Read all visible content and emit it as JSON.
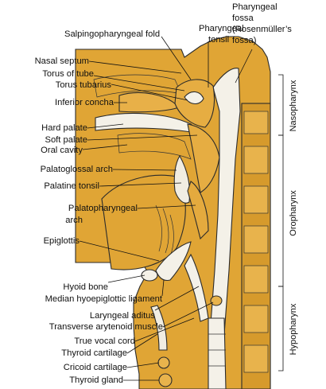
{
  "colors": {
    "tissue": "#e0a535",
    "tissue_dark": "#c98c22",
    "white_tissue": "#f4f1e8",
    "line": "#1a1a1a"
  },
  "labels": {
    "salpingopharyngeal_fold": "Salpingopharyngeal fold",
    "pharyngeal_tonsil_1": "Pharyngeal",
    "pharyngeal_tonsil_2": "tonsil",
    "pharyngeal_fossa_1": "Pharyngeal",
    "pharyngeal_fossa_2": "fossa",
    "pharyngeal_fossa_3": "(Rosenmüller’s",
    "pharyngeal_fossa_4": "fossa)",
    "nasal_septum": "Nasal septum",
    "torus_of_tube": "Torus of tube",
    "torus_tubarius": "Torus tubarius",
    "inferior_concha": "Inferior concha",
    "hard_palate": "Hard palate",
    "soft_palate": "Soft palate",
    "oral_cavity": "Oral cavity",
    "palatoglossal_arch": "Palatoglossal arch",
    "palatine_tonsil": "Palatine tonsil",
    "palatopharyngeal_arch_1": "Palatopharyngeal",
    "palatopharyngeal_arch_2": "arch",
    "epiglottis": "Epiglottis",
    "hyoid_bone": "Hyoid bone",
    "median_hyoepiglottic_ligament": "Median hyoepiglottic ligament",
    "laryngeal_aditus": "Laryngeal aditus",
    "transverse_arytenoid_muscle": "Transverse arytenoid muscle",
    "true_vocal_cord": "True vocal cord",
    "thyroid_cartilage": "Thyroid cartilage",
    "cricoid_cartilage": "Cricoid cartilage",
    "thyroid_gland": "Thyroid gland"
  },
  "regions": {
    "nasopharynx": "Nasopharynx",
    "oropharynx": "Oropharynx",
    "hypopharynx": "Hypopharynx"
  }
}
